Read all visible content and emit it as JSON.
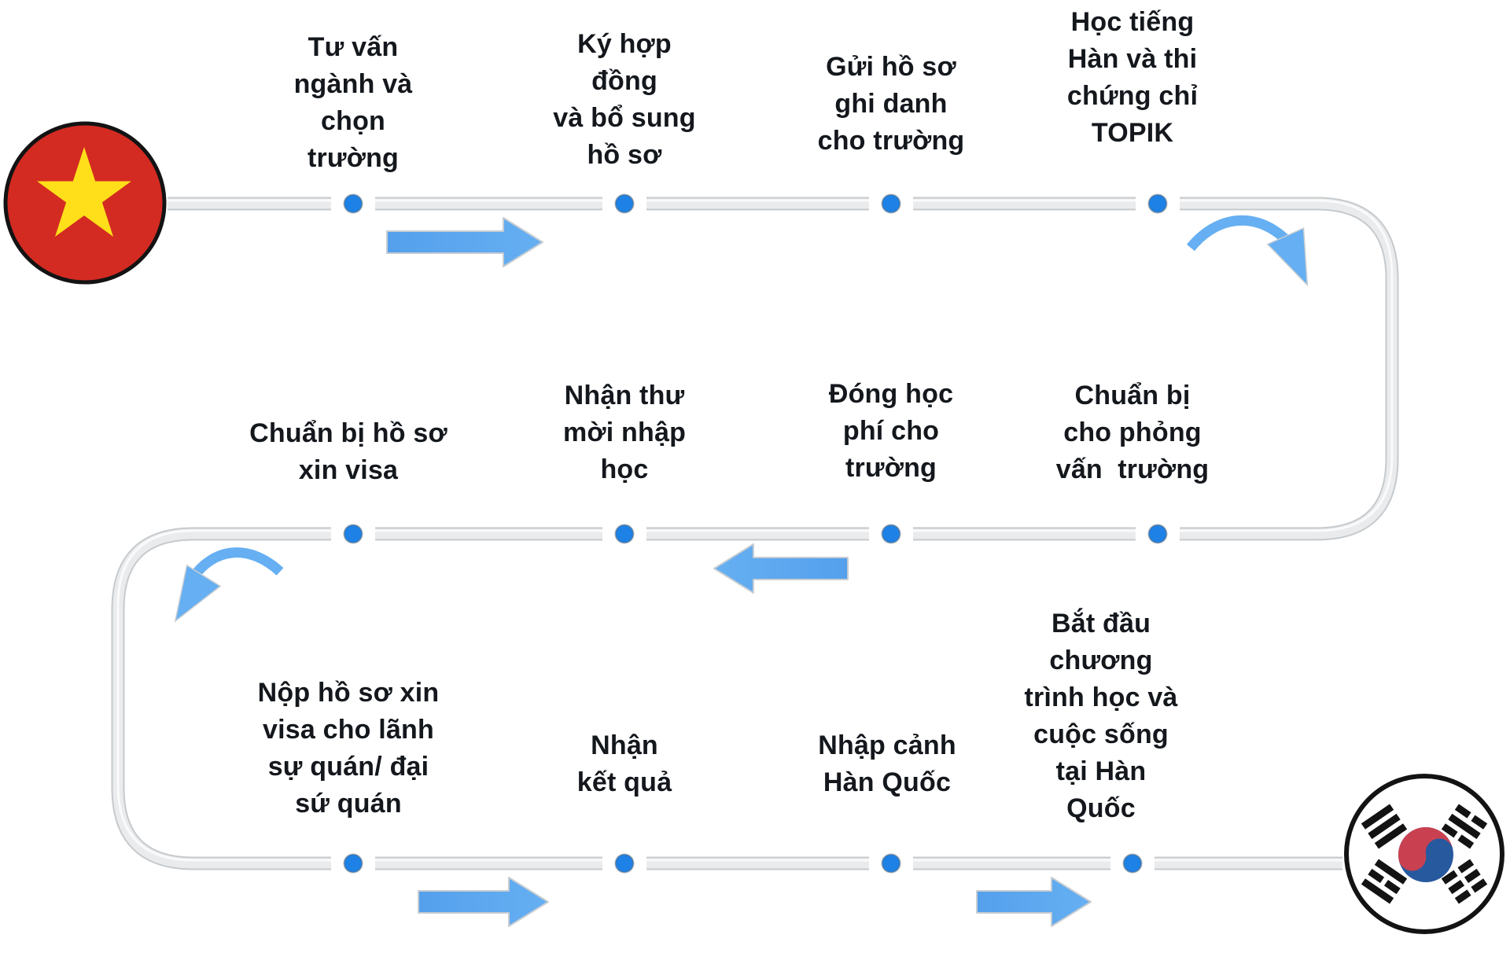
{
  "flow": {
    "start_flag": "vietnam",
    "end_flag": "south-korea",
    "steps": [
      {
        "order": 1,
        "row": 1,
        "col": 1,
        "lines": [
          "Tư vấn",
          "ngành và",
          "chọn",
          "trường"
        ]
      },
      {
        "order": 2,
        "row": 1,
        "col": 2,
        "lines": [
          "Ký hợp",
          "đồng",
          "và bổ sung",
          "hồ sơ"
        ]
      },
      {
        "order": 3,
        "row": 1,
        "col": 3,
        "lines": [
          "Gửi hồ sơ",
          "ghi danh",
          "cho trường"
        ]
      },
      {
        "order": 4,
        "row": 1,
        "col": 4,
        "lines": [
          "Học tiếng",
          "Hàn và thi",
          "chứng chỉ",
          "TOPIK"
        ]
      },
      {
        "order": 5,
        "row": 2,
        "col": 4,
        "lines": [
          "Chuẩn bị",
          "cho phỏng",
          "vấn  trường"
        ]
      },
      {
        "order": 6,
        "row": 2,
        "col": 3,
        "lines": [
          "Đóng học",
          "phí cho",
          "trường"
        ]
      },
      {
        "order": 7,
        "row": 2,
        "col": 2,
        "lines": [
          "Nhận thư",
          "mời nhập",
          "học"
        ]
      },
      {
        "order": 8,
        "row": 2,
        "col": 1,
        "lines": [
          "Chuẩn bị hồ sơ",
          "xin visa"
        ]
      },
      {
        "order": 9,
        "row": 3,
        "col": 1,
        "lines": [
          "Nộp hồ sơ xin",
          "visa cho lãnh",
          "sự quán/ đại",
          "sứ quán"
        ]
      },
      {
        "order": 10,
        "row": 3,
        "col": 2,
        "lines": [
          "Nhận",
          "kết quả"
        ]
      },
      {
        "order": 11,
        "row": 3,
        "col": 3,
        "lines": [
          "Nhập cảnh",
          "Hàn Quốc"
        ]
      },
      {
        "order": 12,
        "row": 3,
        "col": 4,
        "lines": [
          "Bắt đầu",
          "chương",
          "trình học và",
          "cuộc sống",
          "tại Hàn",
          "Quốc"
        ]
      }
    ]
  },
  "colors": {
    "dot_blue": "#1d81e5",
    "arrow_blue": "#66aff2",
    "arrow_blue_dark": "#54a0ec",
    "arrow_outline": "#c7cdd2",
    "track_fill": "#eaebec",
    "track_edge": "#c6cacd",
    "track_highlight": "#fafafa",
    "text": "#14181d",
    "vietnam_red": "#d32b22",
    "vietnam_star_yellow": "#ffdf1a",
    "korea_white": "#ffffff",
    "korea_taegeuk_red": "#c94150",
    "korea_taegeuk_blue": "#27599f",
    "flag_outline": "#131313",
    "background": "#ffffff"
  }
}
